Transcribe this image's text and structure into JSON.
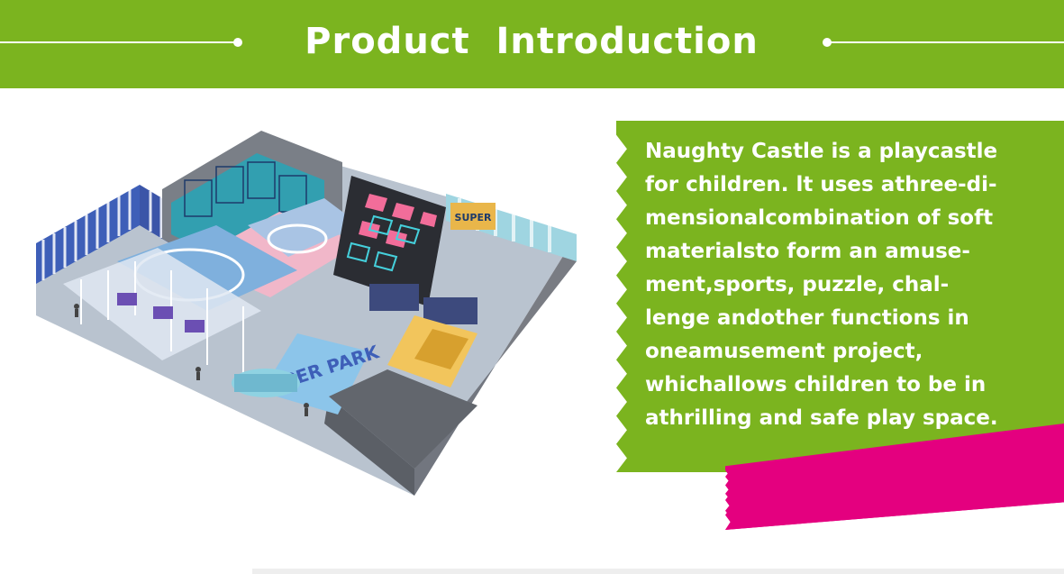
{
  "banner": {
    "title": "Product Introduction",
    "color": "#7bb41f"
  },
  "illustration": {
    "signs": [
      "SUPER",
      "SUPER PARK"
    ]
  },
  "description": {
    "lines": [
      "Naughty Castle is a playcastle",
      "for children. lt uses athree-di-",
      "mensionalcombination of soft",
      "materialsto form an amuse-",
      "ment,sports, puzzle, chal-",
      "lenge andother functions in",
      "oneamusement project,",
      "whichallows children to be in",
      "athrilling and safe play space."
    ],
    "panel_color": "#7bb41f",
    "accent_color": "#e4007f"
  }
}
